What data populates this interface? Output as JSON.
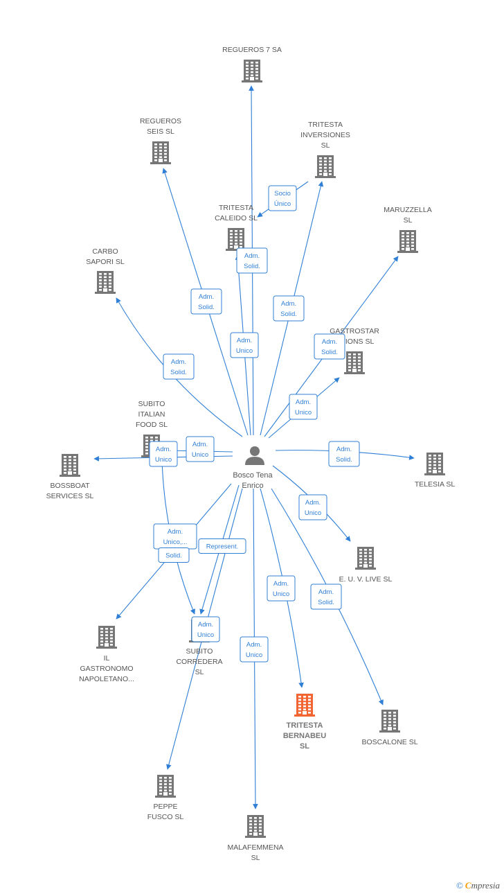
{
  "colors": {
    "edge": "#2f7fd6",
    "building": "#767676",
    "focus": "#f26532",
    "person": "#767676"
  },
  "person": {
    "name_line1": "Bosco Tena",
    "name_line2": "Enrico",
    "icon": "person-icon"
  },
  "nodes": [
    {
      "id": "regueros7",
      "lines": [
        "REGUEROS 7 SA"
      ]
    },
    {
      "id": "reguerosseis",
      "lines": [
        "REGUEROS",
        "SEIS  SL"
      ]
    },
    {
      "id": "tritestainv",
      "lines": [
        "TRITESTA",
        "INVERSIONES",
        "SL"
      ]
    },
    {
      "id": "tritestacal",
      "lines": [
        "TRITESTA",
        "CALEIDO  SL"
      ]
    },
    {
      "id": "maruzzella",
      "lines": [
        "MARUZZELLA",
        "SL"
      ]
    },
    {
      "id": "carbo",
      "lines": [
        "CARBO",
        "SAPORI  SL"
      ]
    },
    {
      "id": "gastrostar",
      "lines": [
        "GASTROSTAR",
        "...TIONS  SL"
      ]
    },
    {
      "id": "subitoitalian",
      "lines": [
        "SUBITO",
        "ITALIAN",
        "FOOD  SL"
      ]
    },
    {
      "id": "bossboat",
      "lines": [
        "BOSSBOAT",
        "SERVICES  SL"
      ]
    },
    {
      "id": "telesia",
      "lines": [
        "TELESIA  SL"
      ]
    },
    {
      "id": "euv",
      "lines": [
        "E.  U.  V. LIVE SL"
      ]
    },
    {
      "id": "gastronomo",
      "lines": [
        "IL",
        "GASTRONOMO",
        "NAPOLETANO..."
      ]
    },
    {
      "id": "subitocorr",
      "lines": [
        "SUBITO",
        "CORREDERA",
        "SL"
      ]
    },
    {
      "id": "bernabeu",
      "lines": [
        "TRITESTA",
        "BERNABEU",
        "SL"
      ],
      "focus": true
    },
    {
      "id": "boscalone",
      "lines": [
        "BOSCALONE  SL"
      ]
    },
    {
      "id": "peppe",
      "lines": [
        "PEPPE",
        "FUSCO  SL"
      ]
    },
    {
      "id": "malafemmena",
      "lines": [
        "MALAFEMMENA",
        "SL"
      ]
    }
  ],
  "edge_labels": [
    {
      "id": "l_inv_cal",
      "lines": [
        "Socio",
        "Único"
      ]
    },
    {
      "id": "l_cal_solid",
      "lines": [
        "Adm.",
        "Solid."
      ]
    },
    {
      "id": "l_seis",
      "lines": [
        "Adm.",
        "Solid."
      ]
    },
    {
      "id": "l_inv",
      "lines": [
        "Adm.",
        "Solid."
      ]
    },
    {
      "id": "l_cal_unico",
      "lines": [
        "Adm.",
        "Unico"
      ]
    },
    {
      "id": "l_maruz",
      "lines": [
        "Adm.",
        "Solid."
      ]
    },
    {
      "id": "l_carbo",
      "lines": [
        "Adm.",
        "Solid."
      ]
    },
    {
      "id": "l_gastro",
      "lines": [
        "Adm.",
        "Unico"
      ]
    },
    {
      "id": "l_subito_it",
      "lines": [
        "Adm.",
        "Unico"
      ]
    },
    {
      "id": "l_bossboat",
      "lines": [
        "Adm.",
        "Unico"
      ]
    },
    {
      "id": "l_telesia",
      "lines": [
        "Adm.",
        "Solid."
      ]
    },
    {
      "id": "l_euv",
      "lines": [
        "Adm.",
        "Unico"
      ]
    },
    {
      "id": "l_gastronomo",
      "lines": [
        "Adm.",
        "Unico,..."
      ]
    },
    {
      "id": "l_gastronomo_solid",
      "lines": [
        "Solid."
      ]
    },
    {
      "id": "l_represent",
      "lines": [
        "Represent."
      ]
    },
    {
      "id": "l_bernabeu",
      "lines": [
        "Adm.",
        "Unico"
      ]
    },
    {
      "id": "l_boscalone",
      "lines": [
        "Adm.",
        "Solid."
      ]
    },
    {
      "id": "l_corr",
      "lines": [
        "Adm.",
        "Unico"
      ]
    },
    {
      "id": "l_mala",
      "lines": [
        "Adm.",
        "Unico"
      ]
    }
  ],
  "brand": {
    "copyright": "©",
    "initial": "C",
    "rest": "mpresia"
  }
}
